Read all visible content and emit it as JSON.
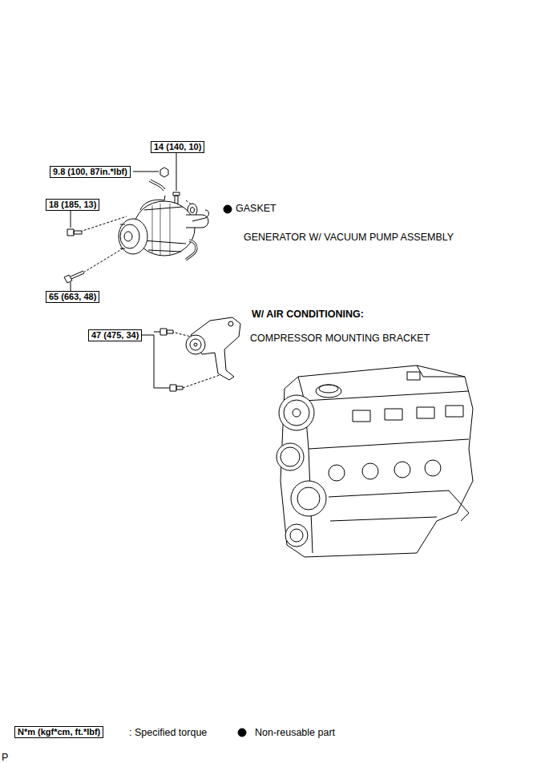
{
  "diagram": {
    "nodes": [
      {
        "text": [
          "14 (140, 10)"
        ]
      },
      {
        "text": [
          "9.8 (100, 87in.*lbf)"
        ]
      },
      {
        "text": [
          "18 (185, 13)"
        ]
      },
      {
        "text": [
          "65 (663, 48)"
        ]
      },
      {
        "text": [
          "47 (475, 34)"
        ]
      },
      {
        "text": [
          "N*m (kgf*cm, ft.*lbf)"
        ]
      }
    ],
    "labels": [
      "GASKET",
      "GENERATOR W/ VACUUM PUMP ASSEMBLY",
      "W/ AIR CONDITIONING:",
      "COMPRESSOR MOUNTING BRACKET",
      "P"
    ],
    "legend": [
      {
        "text": ": Specified torque"
      },
      {
        "text": "Non-reusable part"
      }
    ]
  }
}
